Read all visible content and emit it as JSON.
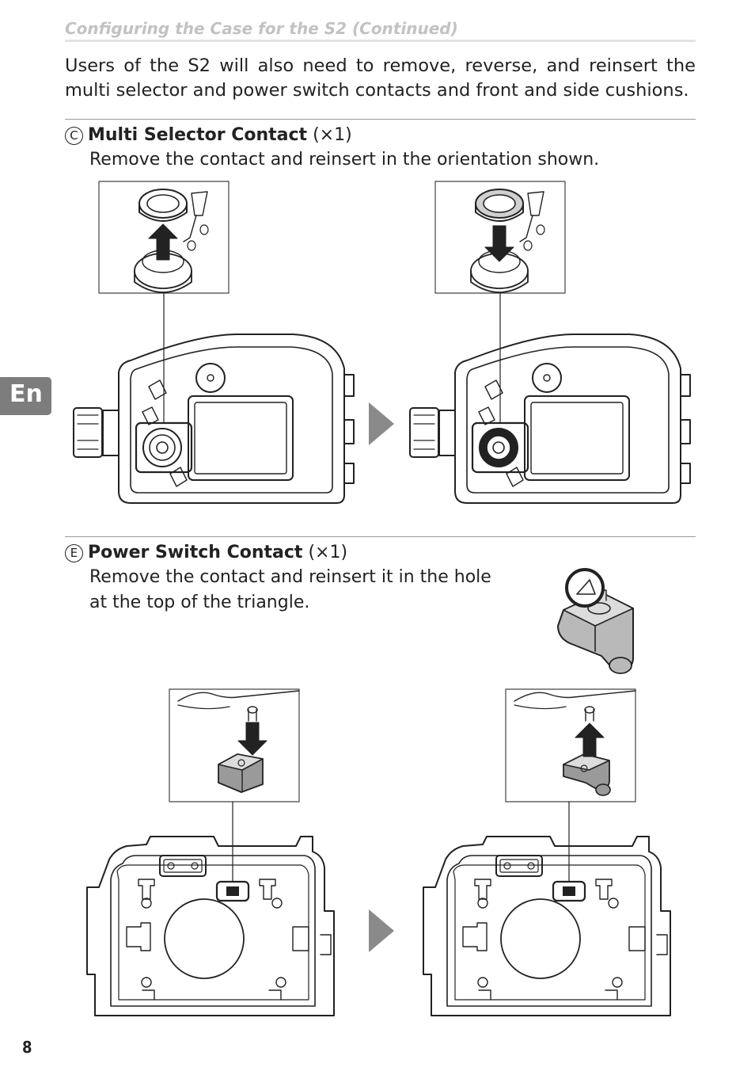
{
  "running_head": "Configuring the Case for the S2 (Continued)",
  "intro": "Users of the S2 will also need to remove, reverse, and reinsert the multi selector and power switch contacts and front and side cushions.",
  "section_c": {
    "icon_letter": "C",
    "title": "Multi Selector Contact",
    "count": "(×1)",
    "body": "Remove the contact and reinsert in the orientation shown."
  },
  "section_e": {
    "icon_letter": "E",
    "title": "Power Switch Contact",
    "count": "(×1)",
    "body_line1": "Remove the contact and reinsert it in the hole",
    "body_line2": "at the top of the triangle."
  },
  "language_tab": "En",
  "page_number": "8"
}
